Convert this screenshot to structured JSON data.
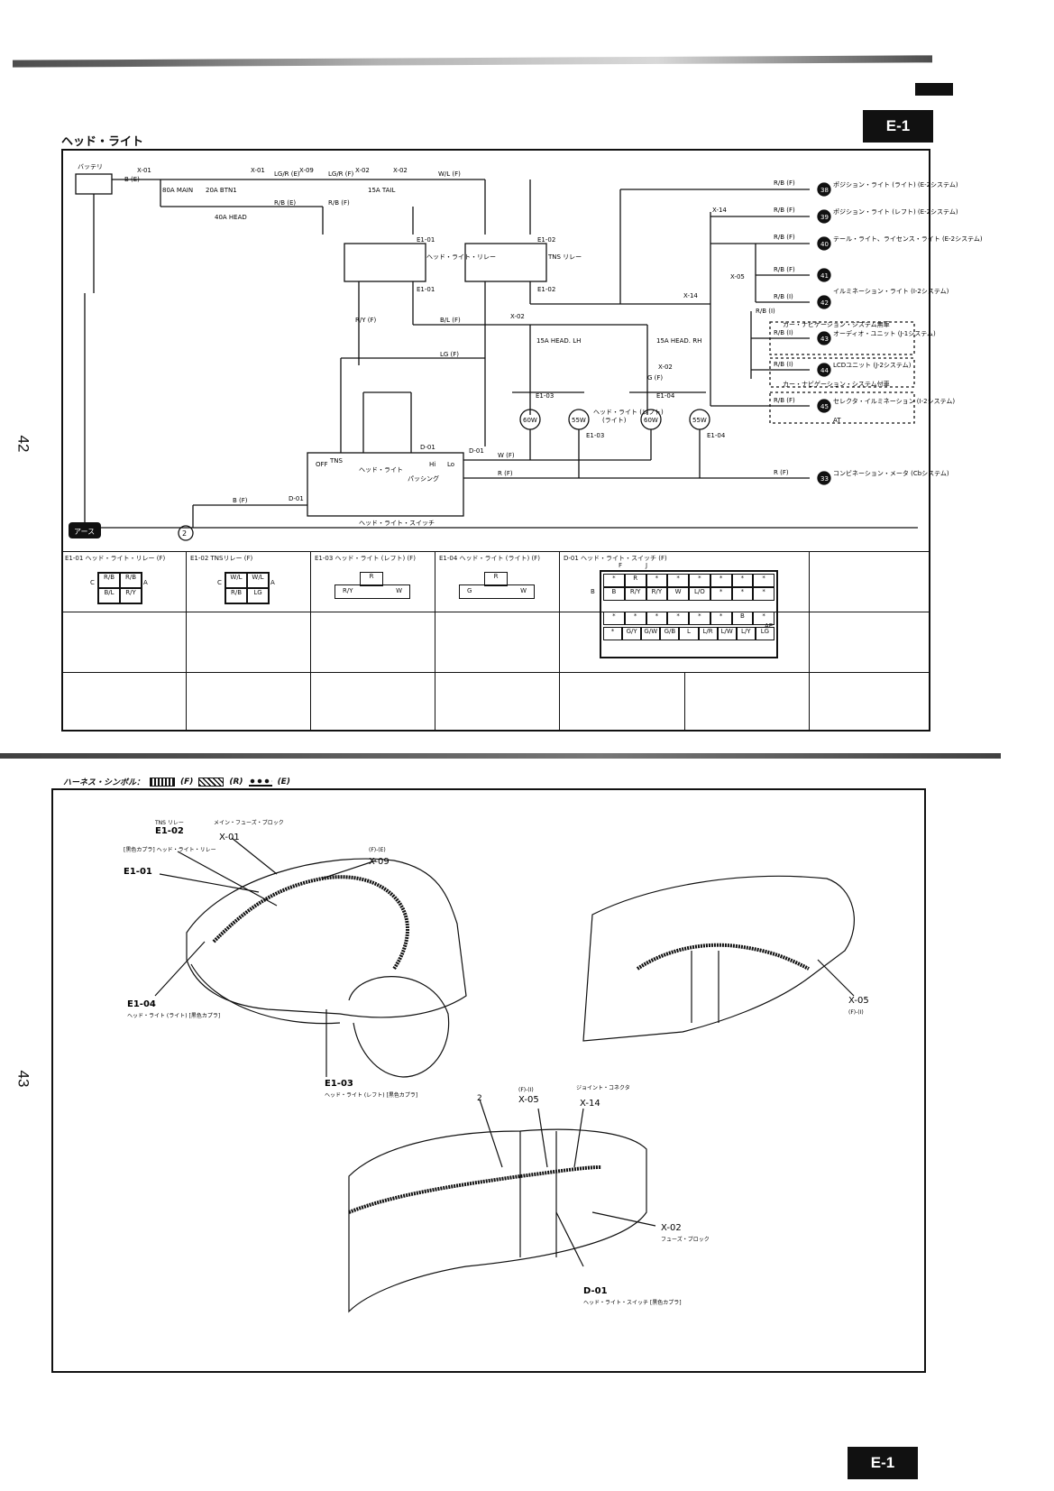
{
  "page": {
    "section_code": "E-1",
    "title": "ヘッド・ライト",
    "page_numbers": [
      "42",
      "43"
    ],
    "harness_symbol_label": "ハーネス・シンボル：",
    "harness_symbol_codes": [
      "(F)",
      "(R)",
      "(E)"
    ]
  },
  "diagram": {
    "components": [
      "バッテリ",
      "80A MAIN",
      "20A BTN1",
      "40A HEAD",
      "15A TAIL",
      "ヘッド・ライト・リレー",
      "TNS リレー",
      "15A HEAD. LH",
      "15A HEAD. RH",
      "60W",
      "55W",
      "60W",
      "55W",
      "ヘッド・ライト・スイッチ",
      "アース"
    ],
    "connectors": [
      "X-01",
      "X-01",
      "X-09",
      "X-02",
      "X-02",
      "X-02",
      "X-02",
      "X-05",
      "X-14",
      "X-14"
    ],
    "terminals": [
      "E1-01",
      "E1-01",
      "E1-02",
      "E1-02",
      "E1-03",
      "E1-03",
      "E1-04",
      "E1-04",
      "D-01",
      "D-01",
      "D-01"
    ],
    "wires": [
      "B (E)",
      "LG/R (E)",
      "LG/R (F)",
      "W/L (F)",
      "R/B (E)",
      "R/B (F)",
      "R/Y (F)",
      "B/L (F)",
      "LG (F)",
      "W (F)",
      "R (F)",
      "G (F)",
      "B (F)",
      "R/B (I)"
    ],
    "switch_positions": [
      "OFF",
      "TNS",
      "ヘッド・ライト",
      "パッシング",
      "Hi",
      "Lo"
    ],
    "bulb_labels": [
      "ヘッド・ライト (レフト)",
      "(ライト)"
    ],
    "outputs": [
      {
        "num": "38",
        "label": "ポジション・ライト (ライト) (E-2システム)",
        "wire": "R/B (F)"
      },
      {
        "num": "39",
        "label": "ポジション・ライト (レフト) (E-2システム)",
        "wire": "R/B (F)"
      },
      {
        "num": "40",
        "label": "テール・ライト、ライセンス・ライト (E-2システム)",
        "wire": "R/B (F)"
      },
      {
        "num": "41",
        "label": "",
        "wire": "R/B (F)"
      },
      {
        "num": "42",
        "label": "イルミネーション・ライト (I-2システム)",
        "wire": "R/B (I)"
      },
      {
        "num": "43",
        "label": "オーディオ・ユニット (J-1システム)",
        "wire": "R/B (I)"
      },
      {
        "num": "44",
        "label": "LCDユニット (J-2システム)",
        "wire": "R/B (I)"
      },
      {
        "num": "45",
        "label": "セレクタ・イルミネーション (I-2システム)",
        "wire": "R/B (F)"
      },
      {
        "num": "33",
        "label": "コンビネーション・メータ (Cbシステム)",
        "wire": "R (F)"
      }
    ],
    "group_labels": [
      "カー・ナビゲーション・システム無車",
      "カー・ナビゲーション・システム付車",
      "AT"
    ],
    "ground_number": "2"
  },
  "connector_table": [
    {
      "id": "E1-01",
      "name": "E1-01 ヘッド・ライト・リレー (F)",
      "rows": [
        [
          "R/B",
          "R/B"
        ],
        [
          "B/L",
          "R/Y"
        ]
      ],
      "letters": [
        "C",
        "A"
      ]
    },
    {
      "id": "E1-02",
      "name": "E1-02 TNSリレー (F)",
      "rows": [
        [
          "W/L",
          "W/L"
        ],
        [
          "R/B",
          "LG"
        ]
      ],
      "letters": [
        "C",
        "A"
      ]
    },
    {
      "id": "E1-03",
      "name": "E1-03 ヘッド・ライト (レフト) (F)",
      "rows": [
        [
          "R"
        ],
        [
          "R/Y",
          "W"
        ]
      ]
    },
    {
      "id": "E1-04",
      "name": "E1-04 ヘッド・ライト (ライト) (F)",
      "rows": [
        [
          "R"
        ],
        [
          "G",
          "W"
        ]
      ]
    },
    {
      "id": "D-01",
      "name": "D-01 ヘッド・ライト・スイッチ (F)",
      "rows": [
        [
          "*",
          "R",
          "*",
          "*",
          "*",
          "*",
          "*",
          "*"
        ],
        [
          "B",
          "R/Y",
          "R/Y",
          "W",
          "L/O",
          "*",
          "*",
          "*"
        ],
        [
          "*",
          "*",
          "*",
          "*",
          "*",
          "*",
          "B",
          "*"
        ],
        [
          "*",
          "G/Y",
          "G/W",
          "G/B",
          "L",
          "L/R",
          "L/W",
          "L/Y",
          "LG"
        ]
      ],
      "letters": [
        "F",
        "J",
        "B",
        "AE"
      ]
    }
  ],
  "layout_callouts": [
    {
      "id": "E1-02",
      "label": "TNS リレー"
    },
    {
      "id": "X-01",
      "label": "メイン・フューズ・ブロック"
    },
    {
      "id": "X-09",
      "label": "(F)-(E)"
    },
    {
      "id": "E1-01",
      "label": "[黒色カプラ] ヘッド・ライト・リレー"
    },
    {
      "id": "E1-04",
      "label": "ヘッド・ライト (ライト) [黒色カプラ]"
    },
    {
      "id": "E1-03",
      "label": "ヘッド・ライト (レフト) [黒色カプラ]"
    },
    {
      "id": "X-05",
      "label": "(F)-(I)"
    },
    {
      "id": "2",
      "label": ""
    },
    {
      "id": "X-05",
      "label": "(F)-(I)"
    },
    {
      "id": "X-14",
      "label": "ジョイント・コネクタ"
    },
    {
      "id": "X-02",
      "label": "フューズ・ブロック"
    },
    {
      "id": "D-01",
      "label": "ヘッド・ライト・スイッチ [黒色カプラ]"
    }
  ],
  "colors": {
    "ink": "#111111",
    "paper": "#ffffff"
  }
}
